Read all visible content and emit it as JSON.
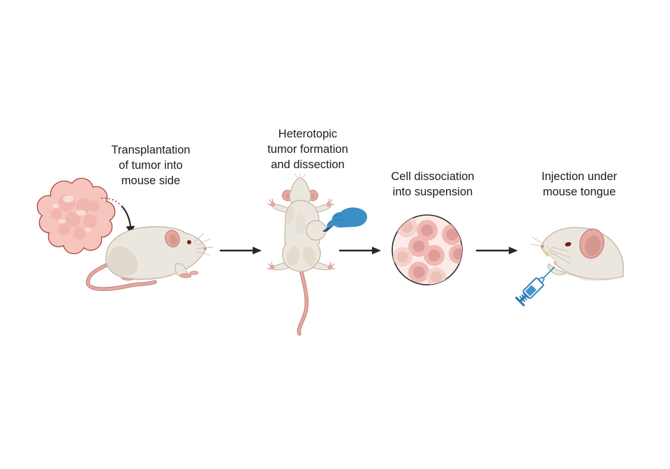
{
  "figure": {
    "type": "workflow-diagram",
    "background": "#ffffff",
    "steps": [
      {
        "id": "step-1",
        "label": "Transplantation\nof tumor into\nmouse side",
        "icons": [
          "tumor-icon",
          "curved-arrow-icon",
          "mouse-side-view-icon"
        ]
      },
      {
        "id": "step-2",
        "label": "Heterotopic\ntumor formation\nand dissection",
        "icons": [
          "supine-mouse-icon",
          "scalpel-hand-icon"
        ]
      },
      {
        "id": "step-3",
        "label": "Cell dissociation\ninto suspension",
        "icons": [
          "cell-suspension-icon"
        ]
      },
      {
        "id": "step-4",
        "label": "Injection under\nmouse tongue",
        "icons": [
          "mouse-head-icon",
          "syringe-icon"
        ]
      }
    ],
    "connectors": [
      "arrow-1",
      "arrow-2",
      "arrow-3"
    ],
    "colors": {
      "text": "#1c1c1c",
      "arrow": "#2a2629",
      "tumor_fill": "#f6c5be",
      "tumor_outline": "#ab4743",
      "tumor_bump": "#eeaaa2",
      "tumor_highlight": "#fbded7",
      "mouse_body": "#ece7de",
      "mouse_shade": "#d6ccbc",
      "mouse_outline": "#bfb3a0",
      "pink": "#e5aaa1",
      "pink_dark": "#c4857c",
      "eye": "#7c1e15",
      "glove_blue": "#3a8fc4",
      "scalpel_dark": "#27566e",
      "scalpel_blade": "#5f7f94",
      "cell_bg": "#fcebe8",
      "cell_outer": "#f0b8b3",
      "cell_nucleus": "#de9d98",
      "cell_pale": "#f6d2cc",
      "cell_pale_nucleus": "#edbfb9",
      "circle_outline": "#2c2c2c",
      "syringe_blue": "#2e7fb4",
      "syringe_liquid": "#3f94cc",
      "tooth_yellow": "#e8d49a"
    }
  }
}
